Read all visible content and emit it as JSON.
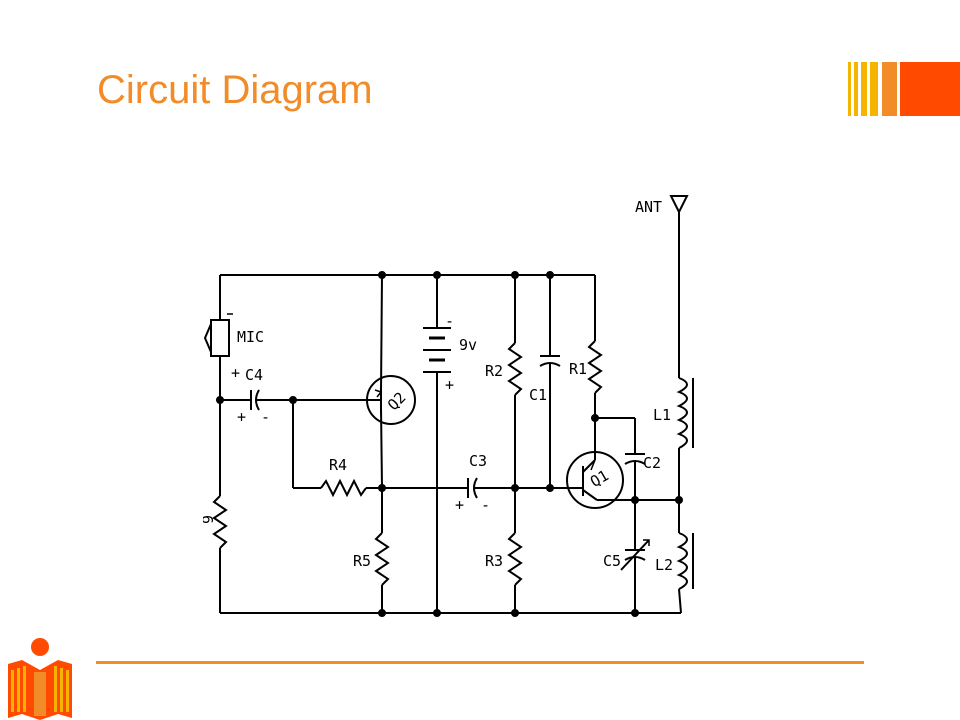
{
  "slide": {
    "title": "Circuit Diagram"
  },
  "colors": {
    "title": "#f28c28",
    "accent_red": "#ff4a00",
    "accent_yellow": "#f6b400",
    "accent_orange": "#f28c28"
  },
  "diagram": {
    "labels": {
      "ant": "ANT",
      "mic": "MIC",
      "c4": "C4",
      "q2": "Q2",
      "battery": "9v",
      "r2": "R2",
      "c1": "C1",
      "r1": "R1",
      "l1": "L1",
      "r4": "R4",
      "c3": "C3",
      "q1": "Q1",
      "c2": "C2",
      "r6": "6",
      "r5": "R5",
      "r3": "R3",
      "c5": "C5",
      "l2": "L2"
    }
  }
}
